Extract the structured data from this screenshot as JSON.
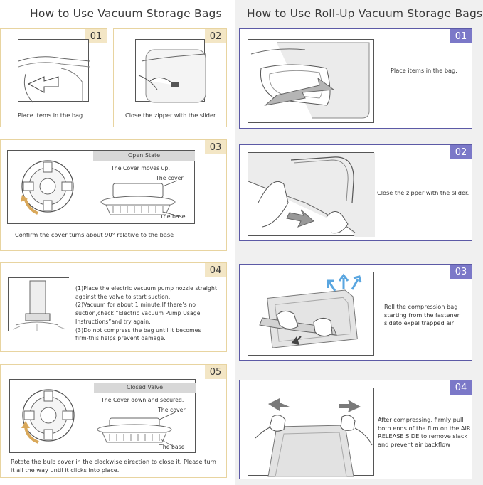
{
  "left": {
    "title": "How to Use Vacuum Storage Bags",
    "steps": [
      {
        "num": "01",
        "caption": "Place items in the bag."
      },
      {
        "num": "02",
        "caption": "Close the zipper with the slider."
      },
      {
        "num": "03",
        "state": "Open State",
        "desc": "The Cover moves up.",
        "label_cover": "The cover",
        "label_base": "The base",
        "caption": "Confirm the cover turns about 90° relative to the base"
      },
      {
        "num": "04",
        "lines": [
          "(1)Place the electric vacuum pump nozzle straight",
          "against the valve to start suction.",
          "(2)Vacuum for about 1 minute.If there’s no",
          "suction,check “Electric Vacuum Pump Usage",
          "Instructions”and try again.",
          "(3)Do not compress the bag until it becomes",
          "firm-this helps prevent damage."
        ]
      },
      {
        "num": "05",
        "state": "Closed Valve",
        "desc": "The Cover down and secured.",
        "label_cover": "The cover",
        "label_base": "The base",
        "caption_lines": [
          "Rotate the bulb cover in the clockwise direction to close it. Please turn",
          "it all the way until it clicks into place."
        ]
      }
    ]
  },
  "right": {
    "title": "How to Use Roll-Up Vacuum Storage Bags",
    "steps": [
      {
        "num": "01",
        "caption": "Place items in the bag."
      },
      {
        "num": "02",
        "caption": "Close the zipper with the slider."
      },
      {
        "num": "03",
        "lines": [
          "Roll the compression bag",
          "starting from the fastener",
          "sideto expel trapped air"
        ]
      },
      {
        "num": "04",
        "lines": [
          "After compressing, firmly pull",
          "both ends of the film on the AIR",
          "RELEASE SIDE to remove slack",
          "and prevent air backflow"
        ]
      }
    ]
  },
  "colors": {
    "gold_border": "#e8d4a0",
    "gold_badge": "#f3e6c5",
    "purple_border": "#5c5aa6",
    "purple_badge": "#7b78c8",
    "panel_bg": "#f0f0f0"
  }
}
